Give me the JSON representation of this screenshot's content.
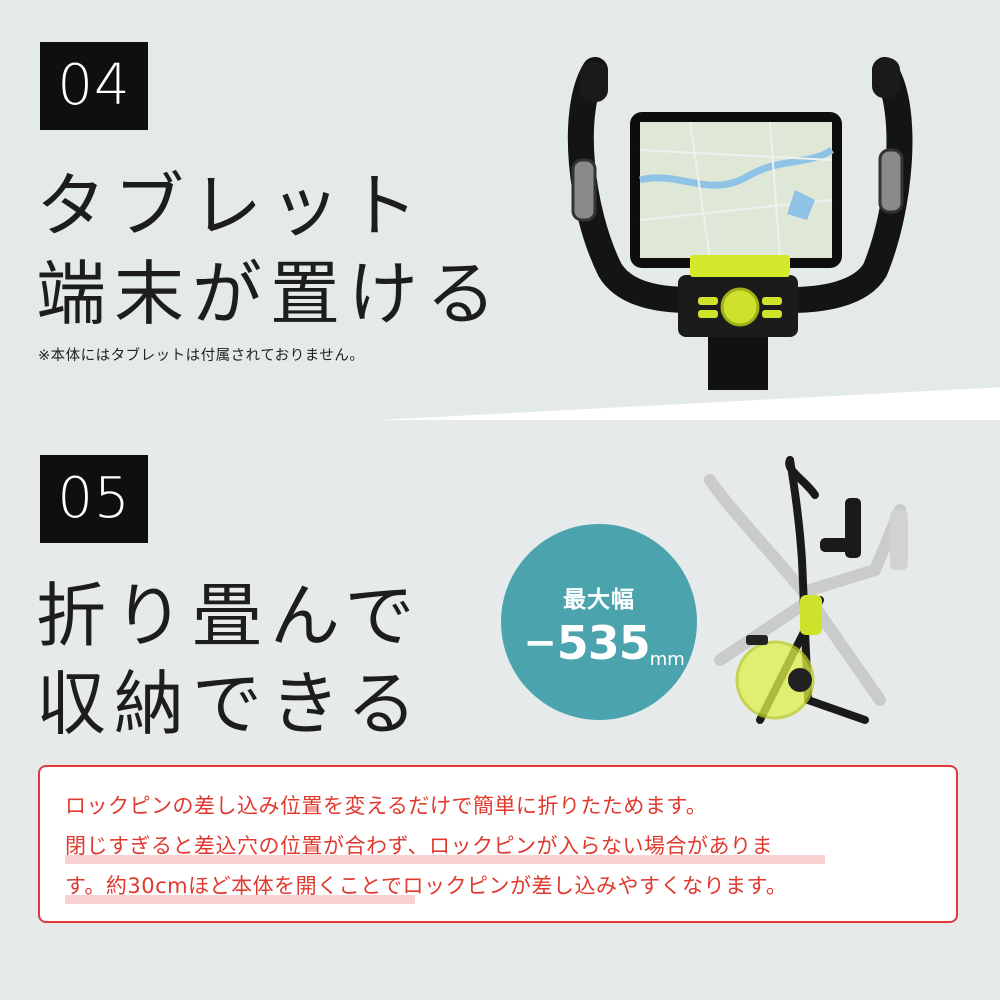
{
  "section1": {
    "number": "04",
    "heading_line1": "タブレット",
    "heading_line2": "端末が置ける",
    "note": "※本体にはタブレットは付属されておりません。"
  },
  "section2": {
    "number": "05",
    "heading_line1": "折り畳んで",
    "heading_line2": "収納できる",
    "badge": {
      "label": "最大幅",
      "prefix": "−",
      "value": "535",
      "unit": "mm"
    }
  },
  "callout": {
    "line1": "ロックピンの差し込み位置を変えるだけで簡単に折りたためます。",
    "line2": "閉じすぎると差込穴の位置が合わず、ロックピンが入らない場合がありま",
    "line3": "す。約30cmほど本体を開くことでロックピンが差し込みやすくなります。"
  },
  "colors": {
    "accent_lime": "#d4e82c",
    "badge_teal": "#4aa3ad",
    "callout_red": "#e23a3a"
  },
  "icons": [
    "exercise-bike-handlebar-image",
    "folding-bike-image"
  ]
}
